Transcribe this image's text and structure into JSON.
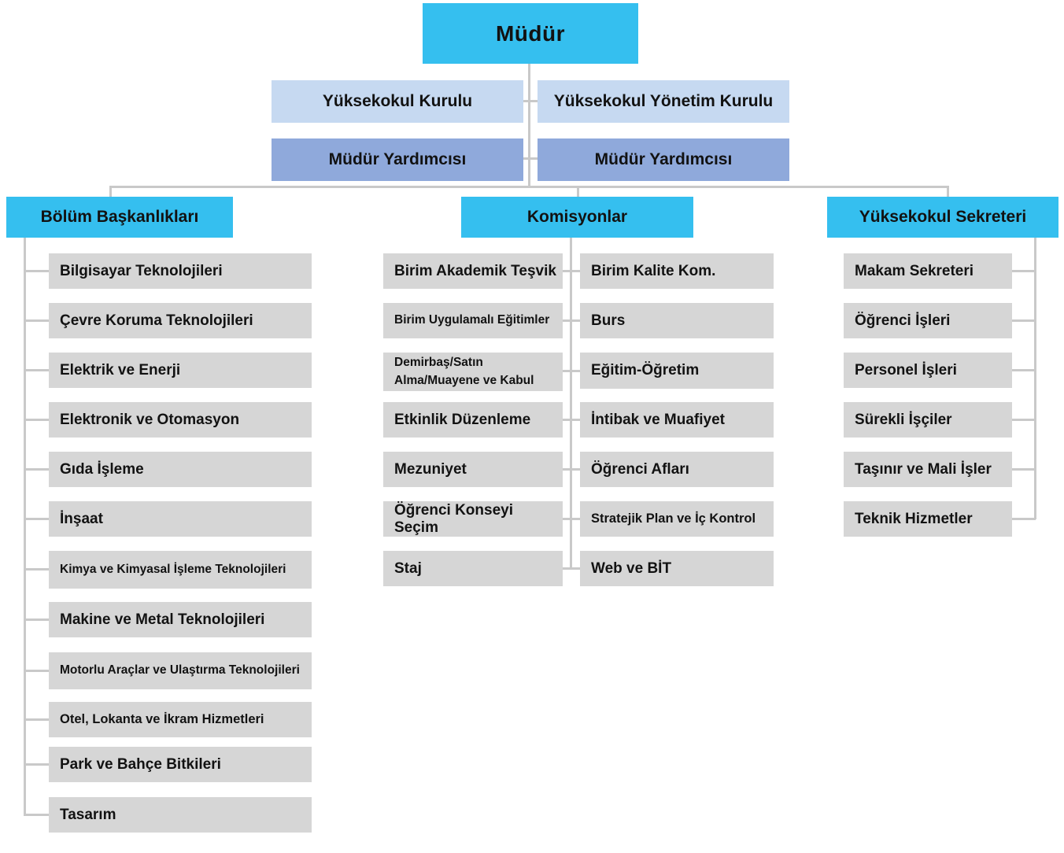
{
  "palette": {
    "header_cyan": "#35BFEF",
    "board_light_blue": "#C6D9F1",
    "deputy_periwinkle": "#8FA9DB",
    "item_gray": "#D6D6D6",
    "connector_gray": "#C9C9C9",
    "text_black": "#121212"
  },
  "nodes": {
    "mudur": "Müdür",
    "yuksekokul_kurulu": "Yüksekokul Kurulu",
    "yonetim_kurulu": "Yüksekokul Yönetim Kurulu",
    "mudur_yardimcisi_left": "Müdür Yardımcısı",
    "mudur_yardimcisi_right": "Müdür Yardımcısı"
  },
  "branches": {
    "bolum_baskanliklari": {
      "title": "Bölüm Başkanlıkları",
      "items": [
        "Bilgisayar Teknolojileri",
        "Çevre Koruma Teknolojileri",
        "Elektrik ve Enerji",
        "Elektronik ve Otomasyon",
        "Gıda İşleme",
        "İnşaat",
        "Kimya ve Kimyasal İşleme Teknolojileri",
        "Makine ve Metal Teknolojileri",
        "Motorlu Araçlar ve Ulaştırma Teknolojileri",
        "Otel, Lokanta ve İkram Hizmetleri",
        "Park ve Bahçe Bitkileri",
        "Tasarım"
      ]
    },
    "komisyonlar": {
      "title": "Komisyonlar",
      "left_items": [
        "Birim Akademik Teşvik",
        "Birim Uygulamalı Eğitimler",
        "Demirbaş/Satın Alma/Muayene ve Kabul",
        "Etkinlik Düzenleme",
        "Mezuniyet",
        "Öğrenci Konseyi Seçim",
        "Staj"
      ],
      "right_items": [
        "Birim Kalite Kom.",
        "Burs",
        "Eğitim-Öğretim",
        "İntibak ve Muafiyet",
        "Öğrenci Afları",
        "Stratejik Plan ve İç Kontrol",
        "Web ve BİT"
      ]
    },
    "yuksekokul_sekreteri": {
      "title": "Yüksekokul Sekreteri",
      "items": [
        "Makam Sekreteri",
        "Öğrenci İşleri",
        "Personel İşleri",
        "Sürekli İşçiler",
        "Taşınır ve Mali İşler",
        "Teknik Hizmetler"
      ]
    }
  }
}
